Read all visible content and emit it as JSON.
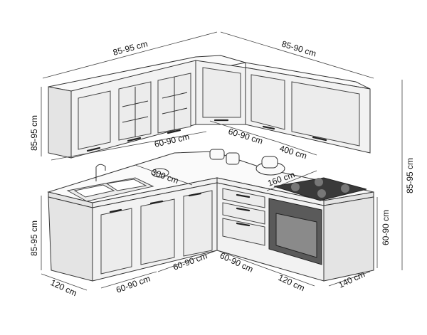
{
  "colors": {
    "line": "#333333",
    "cabinet": "#f2f2f2",
    "oven": "#5a5a5a",
    "hob": "#3a3a3a"
  },
  "dimensions": {
    "upper_left_width": "85-95 cm",
    "upper_right_width": "85-90 cm",
    "upper_left_height": "85-95 cm",
    "base_left_height": "85-95 cm",
    "counter_back_left": "60-90 cm",
    "counter_back_corner": "60-90 cm",
    "counter_back_right": "400 cm",
    "counter_depth_left": "300 cm",
    "counter_depth_right": "160 cm",
    "right_total_height": "85-95 cm",
    "right_base_height": "60-90 cm",
    "base_left_side": "120 cm",
    "base_front_1": "60-90 cm",
    "base_front_2": "60-90 cm",
    "base_front_3": "60-90 cm",
    "base_front_4": "120 cm",
    "base_right_side": "140 cm"
  }
}
